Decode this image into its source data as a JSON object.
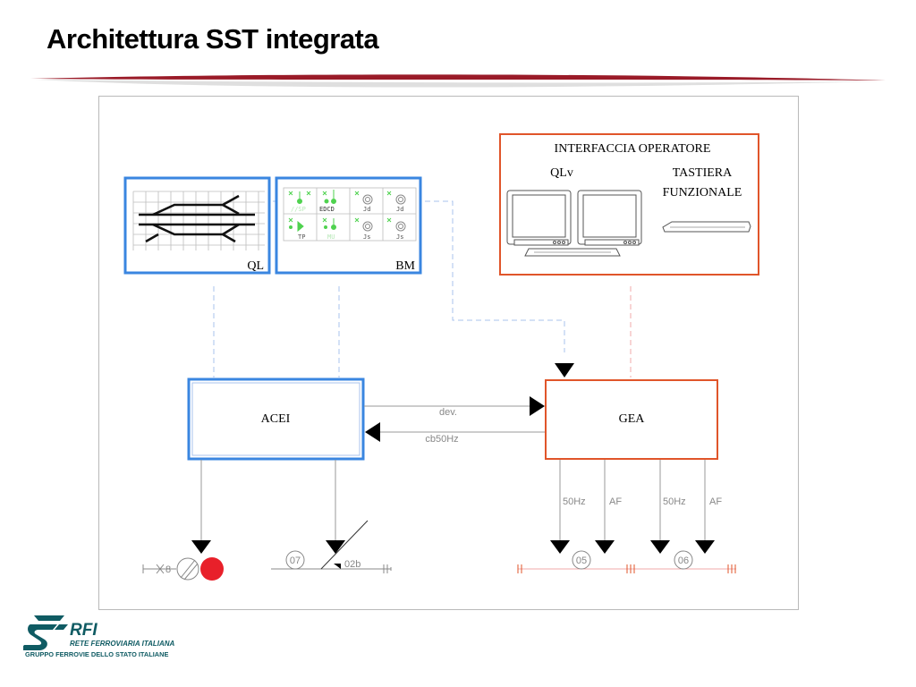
{
  "title": "Architettura SST integrata",
  "colors": {
    "blue_box": "#3a86e0",
    "orange_box": "#e0552a",
    "swoosh": "#a8182a",
    "dashed_blue": "#a9c3ee",
    "dashed_pink": "#f0a8a8",
    "green_panel": "#4fd24f",
    "signal_red": "#e8202a",
    "rfi_teal": "#0f5b63"
  },
  "diagram": {
    "ql_label": "QL",
    "bm_label": "BM",
    "bm_cells": {
      "r1c1": "//SP",
      "r1c2": "EDCD",
      "r1c3": "Jd",
      "r1c4": "Jd",
      "r2c1": "TP",
      "r2c2": "MU",
      "r2c3": "Js",
      "r2c4": "Js"
    },
    "operator_title": "INTERFACCIA OPERATORE",
    "qlv_label": "QLv",
    "keyboard_label_1": "TASTIERA",
    "keyboard_label_2": "FUNZIONALE",
    "acei_label": "ACEI",
    "gea_label": "GEA",
    "link_dev": "dev.",
    "link_cb": "cb50Hz",
    "line_50hz_1": "50Hz",
    "line_af_1": "AF",
    "line_50hz_2": "50Hz",
    "line_af_2": "AF",
    "signal_code": "8",
    "circuit_07": "07",
    "switch_02b": "02b",
    "circuit_05": "05",
    "circuit_06": "06"
  },
  "logo": {
    "brand": "RFI",
    "line1": "RETE FERROVIARIA ITALIANA",
    "line2": "GRUPPO FERROVIE DELLO STATO ITALIANE"
  }
}
